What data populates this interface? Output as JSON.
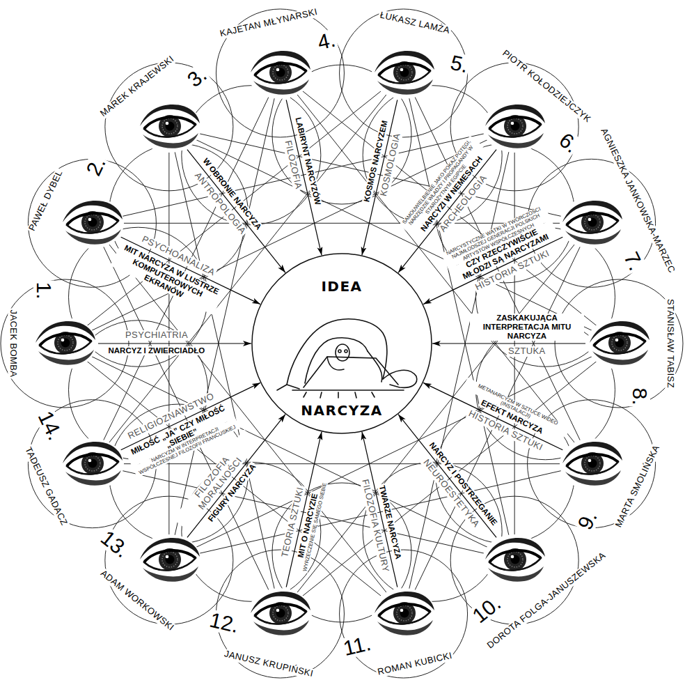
{
  "diagram": {
    "nodes": [
      {
        "text": [
          "IDEA",
          "NARCYZA"
        ]
      },
      {
        "text": [
          "1.",
          "JACEK BOMBA"
        ]
      },
      {
        "text": [
          "2.",
          "PAWEŁ DYBEL"
        ]
      },
      {
        "text": [
          "3.",
          "MAREK KRAJEWSKI"
        ]
      },
      {
        "text": [
          "4.",
          "KAJETAN MŁYNARSKI"
        ]
      },
      {
        "text": [
          "5.",
          "ŁUKASZ LAMŻA"
        ]
      },
      {
        "text": [
          "6.",
          "PIOTR KOŁODZIEJCZYK"
        ]
      },
      {
        "text": [
          "7.",
          "AGNIESZKA JANKOWSKA-MARZEC"
        ]
      },
      {
        "text": [
          "8.",
          "STANISŁAW TABISZ"
        ]
      },
      {
        "text": [
          "9.",
          "MARTA SMOLIŃSKA"
        ]
      },
      {
        "text": [
          "10.",
          "DOROTA FOLGA-JANUSZEWSKA"
        ]
      },
      {
        "text": [
          "11.",
          "ROMAN KUBICKI"
        ]
      },
      {
        "text": [
          "12.",
          "JANUSZ KRUPIŃSKI"
        ]
      },
      {
        "text": [
          "13.",
          "ADAM WORKOWSKI"
        ]
      },
      {
        "text": [
          "14.",
          "TADEUSZ GADACZ"
        ]
      }
    ],
    "edges": [
      {
        "from": 1,
        "to": 0,
        "arrow": "to",
        "label": "NARCYZ I ZWIERCIADŁO"
      },
      {
        "from": 2,
        "to": 0,
        "arrow": "to",
        "label": "MIT NARCYZA W LUSTRZE KOMPUTEROWYCH EKRANÓW"
      },
      {
        "from": 3,
        "to": 0,
        "arrow": "to",
        "label": "W OBRONIE NARCYZA"
      },
      {
        "from": 4,
        "to": 0,
        "arrow": "to",
        "label": "LABIRYNT NARCYZÓW"
      },
      {
        "from": 5,
        "to": 0,
        "arrow": "to",
        "label": "KOSMOS NARCYZEM"
      },
      {
        "from": 6,
        "to": 0,
        "arrow": "to",
        "label": "NARCYZI W NEMESACH"
      },
      {
        "from": 7,
        "to": 0,
        "arrow": "to",
        "label": "CZY RZECZYWIŚCIE MŁODZI SĄ NARCYZAMI"
      },
      {
        "from": 8,
        "to": 0,
        "arrow": "to",
        "label": "ZASKAKUJĄCA INTERPRETACJA MITU NARCYZA"
      },
      {
        "from": 9,
        "to": 0,
        "arrow": "to",
        "label": "EFEKT NARCYZA"
      },
      {
        "from": 10,
        "to": 0,
        "arrow": "to",
        "label": "NARCYZ I POSTRZEGANIE"
      },
      {
        "from": 11,
        "to": 0,
        "arrow": "to",
        "label": "TWARZE NARCYZA"
      },
      {
        "from": 12,
        "to": 0,
        "arrow": "to",
        "label": "MIT O NARCYZIE"
      },
      {
        "from": 13,
        "to": 0,
        "arrow": "to",
        "label": "FIGURY NARCYZA"
      },
      {
        "from": 14,
        "to": 0,
        "arrow": "to",
        "label": "MIŁOŚĆ „JA” CZY MIŁOŚĆ „SIEBIE”"
      }
    ],
    "labels": [
      "PSYCHIATRIA",
      "PSYCHOANALIZA",
      "ANTROPOLOGIA",
      "FILOZOFIA",
      "KOSMOLOGIA",
      "ARCHEOLOGIA",
      "SAMOUWIELBIENIE JAKO POKAZ POTĘGI, NARZĘDZIE WŁADZY I PROPAGANDY W STAROŻYTNYM EGIPCIE",
      "HISTORIA SZTUKI",
      "NARCYSTYCZNE WĄTKI W TWÓRCZOŚCI NAJMŁODSZEJ GENERACJI POLSKICH ARTYSTÓW WSPÓŁCZESNYCH",
      "SZTUKA",
      "HISTORIA SZTUKI",
      "METANARCYZM W SZTUCE WIDEO (INSTALACJI)",
      "NEUROESTETYKA",
      "FILOZOFIA KULTURY",
      "TEORIA SZTUKI",
      "WYRZECZENIE SIĘ SAMEGO SIEBIE",
      "FILOZOFIA MORALNOŚCI",
      "RELIGIOZNAWSTWO",
      "NARCYZM W INTERPRETACJI WSPÓŁCZESNEJ FILOZOFII FRANCUSKIEJ"
    ]
  }
}
